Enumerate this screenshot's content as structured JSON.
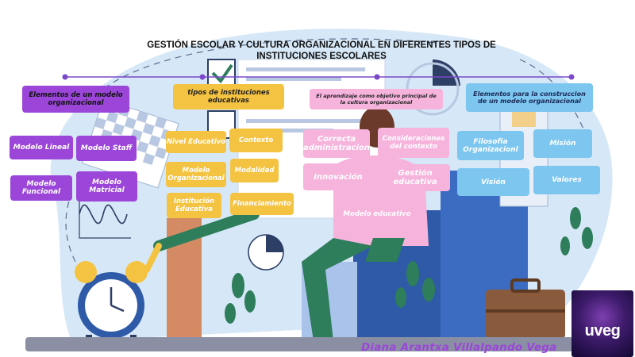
{
  "title": "GESTIÓN ESCOLAR Y CULTURA ORGANIZACIONAL EN DIFERENTES TIPOS DE INSTITUCIONES ESCOLARES",
  "sections": {
    "modelo_organizacional": {
      "heading": "Elementos de un modelo organizacional",
      "items": [
        "Modelo Lineal",
        "Modelo Staff",
        "Modelo Funcional",
        "Modelo Matricial"
      ]
    },
    "tipos_instituciones": {
      "heading": "tipos de instituciones educativas",
      "items": [
        "Nivel Educativo",
        "Contexto",
        "Modelo Organizacional",
        "Modalidad",
        "Institución Educativa",
        "Financiamiento"
      ]
    },
    "aprendizaje": {
      "heading": "El aprendizaje como objetivo principal de la cultura organizacional",
      "items": [
        "Correcta administracion",
        "Consideraciones del contexto",
        "Innovación",
        "Gestión educativa",
        "Modelo educativo"
      ]
    },
    "construccion": {
      "heading": "Elementos para la construccion de un modelo organizacional",
      "items": [
        "Filosofia Organizacionl",
        "Misión",
        "Visión",
        "Valores"
      ]
    }
  },
  "author": "Diana Arantxa Villalpando Vega",
  "logo": "uveg",
  "colors": {
    "purple": "#9b46d9",
    "yellow": "#f5c342",
    "pink": "#f6b3dc",
    "blue": "#7cc6ef",
    "background_blue": "#cfe5f7"
  }
}
